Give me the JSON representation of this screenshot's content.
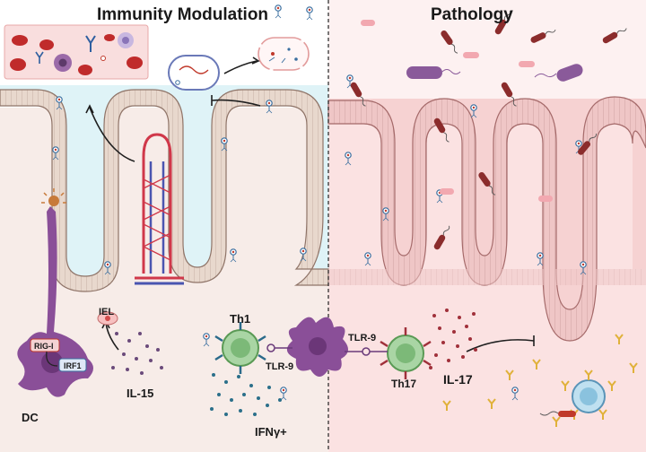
{
  "titles": {
    "left": "Immunity Modulation",
    "right": "Pathology"
  },
  "labels": {
    "iel": "IEL",
    "il15": "IL-15",
    "rig1": "RIG-I",
    "irf1": "IRF1",
    "dc": "DC",
    "th1": "Th1",
    "tlr9_left": "TLR-9",
    "tlr9_right": "TLR-9",
    "ifng": "IFNγ+",
    "th17": "Th17",
    "il17": "IL-17"
  },
  "colors": {
    "left_background": "#f7ece8",
    "right_background": "#fbe2e2",
    "lumen_left": "#dff3f7",
    "epithelium_left": "#e7d6cc",
    "epithelium_right": "#efc4c4",
    "dc_purple": "#8a4f98",
    "th_green": "#a9d5a4",
    "blood_red": "#c73a3a",
    "cytokine_blue": "#2b6f8a",
    "cytokine_red": "#a0303a"
  },
  "icons": [
    "phage-icon",
    "bacterium-icon",
    "red-blood-cell-icon",
    "antibody-icon",
    "dendritic-cell-icon",
    "t-cell-icon"
  ]
}
